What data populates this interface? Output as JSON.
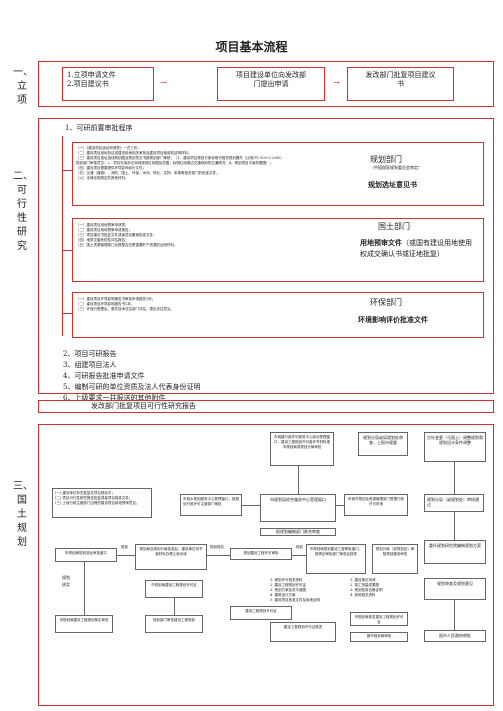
{
  "title": "项目基本流程",
  "sections": {
    "s1": "一、立项",
    "s2": "二、可行性研究",
    "s3": "三、国土规划"
  },
  "stage1": {
    "box1_line1": "1.立项申请文件",
    "box1_line2": "2.项目建议书",
    "box2_line1": "项目建设单位向发改部",
    "box2_line2": "门提出申请",
    "box3_line1": "发改部门批复项目建议",
    "box3_line2": "书"
  },
  "stage2": {
    "heading": "1、可研前置审批程序",
    "group1": {
      "items": [
        "（一）《建设项目选址申请表》一式三份；",
        "（二）建设项目用地协议或建设用地相关审批及建设项目使用权证明材料；",
        "（三）建设项目选址选线规划图及规划意见书报规划部门审核；（1、建设项目规划方案说明书相关规划图件（比例尺1:500-1:2000）",
        "规划部门审核意见；2、项目在拟拆迁用地规划红线图及范围；标明红线周边交通线网的交通情况；4、规划项目平面布置图）；",
        "（四）建设项目需要提供环境影响评价文件；",
        "（五）交通（道路）、消防、国土、环保、水利、林业、文物、军事等相关部门的批准文件。",
        "（六）法律法规规定的其他材料。"
      ],
      "dept": "规划部门",
      "dept_sub": "（中国国家规划委员会审定）",
      "result": "规划选址意见书"
    },
    "group2": {
      "items": [
        "（一）建设项目用地预审申请表；",
        "（二）建设项目用地预审申请报告；",
        "（三）项目建议书批复文件或者项目备案批准文件；",
        "（四）地质灾害危险性评估报告；",
        "（五）国土资源管理部门出具是否压覆重要矿产资源的证明材料。"
      ],
      "dept": "国土部门",
      "result_bold": "用地预审文件",
      "result_rest": "（或国有建设用地使用权成交确认书或征地批复）"
    },
    "group3": {
      "items": [
        "（一）建设项目环境影响报告书审批申请报告1份；",
        "（二）建设项目环境影响报告书1本；",
        "（三）环保行受理后，委托技术评估部门评估，提出评估意见。"
      ],
      "dept": "环保部门",
      "result": "环境影响评价批准文件"
    },
    "list": [
      "2、项目可研报告",
      "3、组建项目法人",
      "4、可研报告批准申请文件",
      "5、编制可研的单位资质及法人代表身份证明",
      "6、上级要求一并报送的其他附件"
    ],
    "approval": "发改部门批复项目可行性研究报告"
  },
  "stage3": {
    "notes": [
      "(一) 建设单位有关批复在项目规划中；",
      "(二) 项目可行性研究报告批复或者项目核准文件；",
      "(三) 土地行政主管部门出具的建设项目用地预审意见。"
    ],
    "top_center": "市城建行政许可服务中心综合受理窗口，建设工程规划许可各环节材料报市规划局或规划分局审批",
    "top_right_a": "规划分局或局规划处审查，上报市规委",
    "top_right_b": "方针变更（与国土）调整规划和规划设计条件调整",
    "c1": "市城乡规划服务中心受理窗口，报规划行政许可主管部门审批",
    "c2": "市规划局综合服务中心受理窗口",
    "c3": "市城市规划及资源管理部门受理行政许可申请",
    "c4": "规划分局（或规划处）审核通过",
    "c5": "规划审查及规划意见",
    "mid_label": "报规划编制部门联合审查",
    "row": {
      "r1": "市规划局规划选址审批窗口",
      "r1_tag": "报批",
      "r2": "规划局及规划分局批准后，建设单位持书面材料办理土地手续",
      "r2_tag": "规划核实",
      "r3": "规划建设工程许可审批",
      "r3_tag": "规划",
      "r4": "市规划局规划建设工程审批窗口，报规划审批部门审查后核发",
      "r5": "规划分局（或规划处）审核规划建设审查",
      "r6": "委托规划研究院编制规划方案"
    },
    "left_label": "规划核实",
    "list_items": [
      "1. 规划许可相关资料",
      "2. 建设工程规划许可证",
      "3. 规划方案及总平面图",
      "4. 建筑设计方案",
      "5. 建设项目批准文件及用地证明"
    ],
    "list_items_b": [
      "1. 建设单位申请",
      "2. 竣工测量成果图",
      "3. 规划验收合格证明",
      "4. 其他相关资料"
    ],
    "b1": "市规划局建设工程规划许可证",
    "b2": "市规划局建设工程规划核实审查",
    "b3": "规划部门审查建设工程规划",
    "b4": "建设工程规划许可证",
    "b5": "建设工程规划许可证核发",
    "b6": "市规划局核发建设工程规划许可证",
    "b7": "报市规划局审批",
    "end": "报市人民政府审批"
  }
}
